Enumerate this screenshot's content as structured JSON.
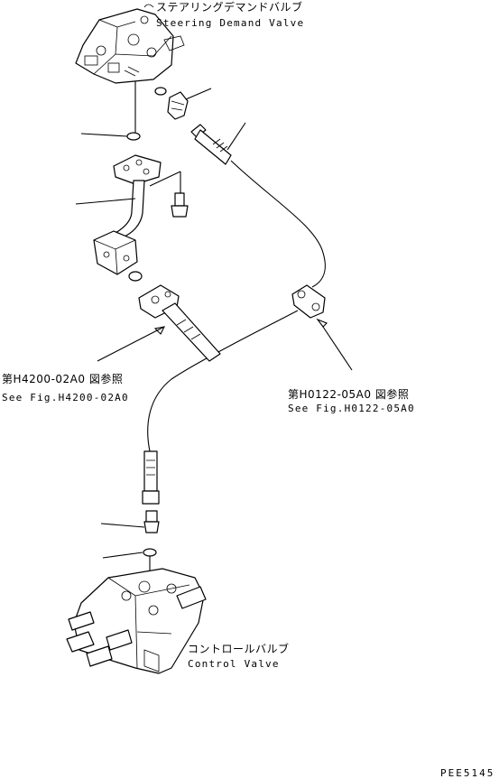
{
  "labels": {
    "steering_valve_jp": "ステアリングデマンドバルブ",
    "steering_valve_en": "Steering Demand Valve",
    "fig_h4200_jp": "第H4200-02A0 図参照",
    "fig_h4200_en": "See Fig.H4200-02A0",
    "fig_h0122_jp": "第H0122-05A0 図参照",
    "fig_h0122_en": "See Fig.H0122-05A0",
    "control_valve_jp": "コントロールバルブ",
    "control_valve_en": "Control Valve",
    "drawing_code": "PEE5145"
  }
}
